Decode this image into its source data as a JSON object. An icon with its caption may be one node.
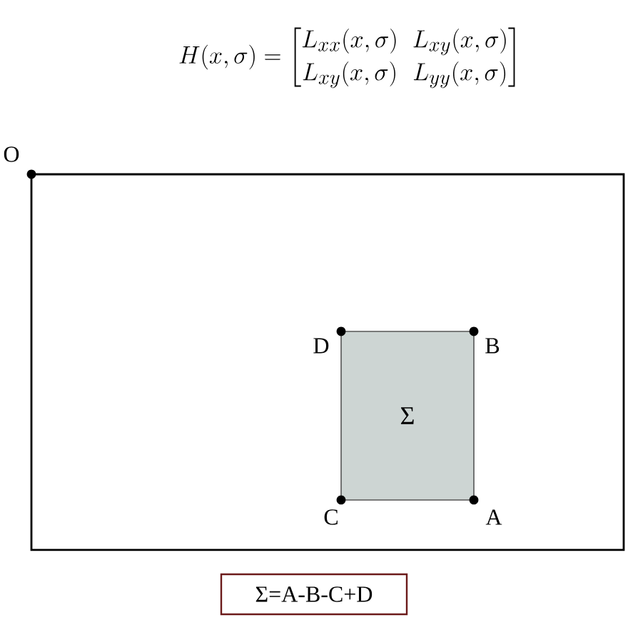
{
  "diagram": {
    "title": "H(x,\\sigma) = \\begin{bmatrix}L_{xx}(x,\\sigma) & L_{xy}(x,\\sigma)\\\\ L_{xy}(x,\\sigma) & L_{yy}(x,\\sigma)\\end{bmatrix}",
    "nodes": [
      {
        "text": [],
        "shape": "box"
      },
      {
        "text": [
          "Σ"
        ],
        "in": 0
      },
      {
        "text": [
          "Σ=A-B-C+D"
        ]
      }
    ],
    "labels": [
      "O",
      "D",
      "B",
      "C",
      "A"
    ]
  }
}
